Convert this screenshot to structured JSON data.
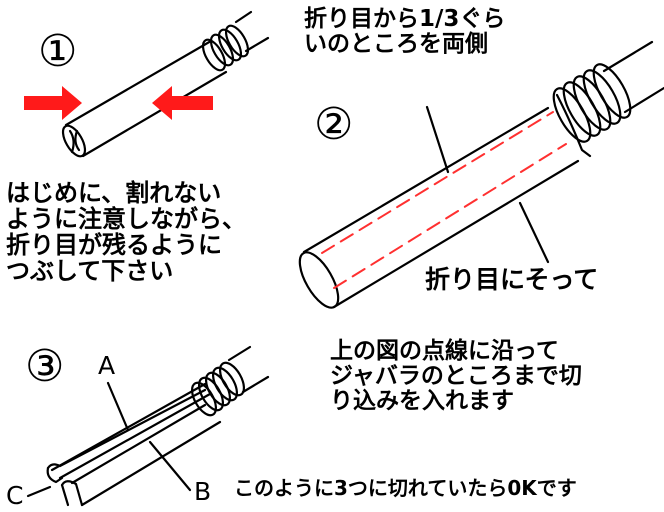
{
  "steps": {
    "step1": {
      "number": "①"
    },
    "step2": {
      "number": "②"
    },
    "step3": {
      "number": "③"
    }
  },
  "texts": {
    "fold_instruction": "折り目から1/3ぐら\nいのところを両側",
    "crush_instruction": "はじめに、割れない\nように注意しながら、\n折り目が残るように\nつぶして下さい",
    "along_fold": "折り目にそって",
    "cut_instruction": "上の図の点線に沿って\nジャバラのところまで切\nり込みを入れます",
    "result_note": "このように3つに切れていたら0Kです"
  },
  "labels": {
    "a": "A",
    "b": "B",
    "c": "C"
  },
  "colors": {
    "arrow": "#ff1a1a",
    "dash": "#ff3030",
    "line": "#000000",
    "background": "#ffffff"
  }
}
